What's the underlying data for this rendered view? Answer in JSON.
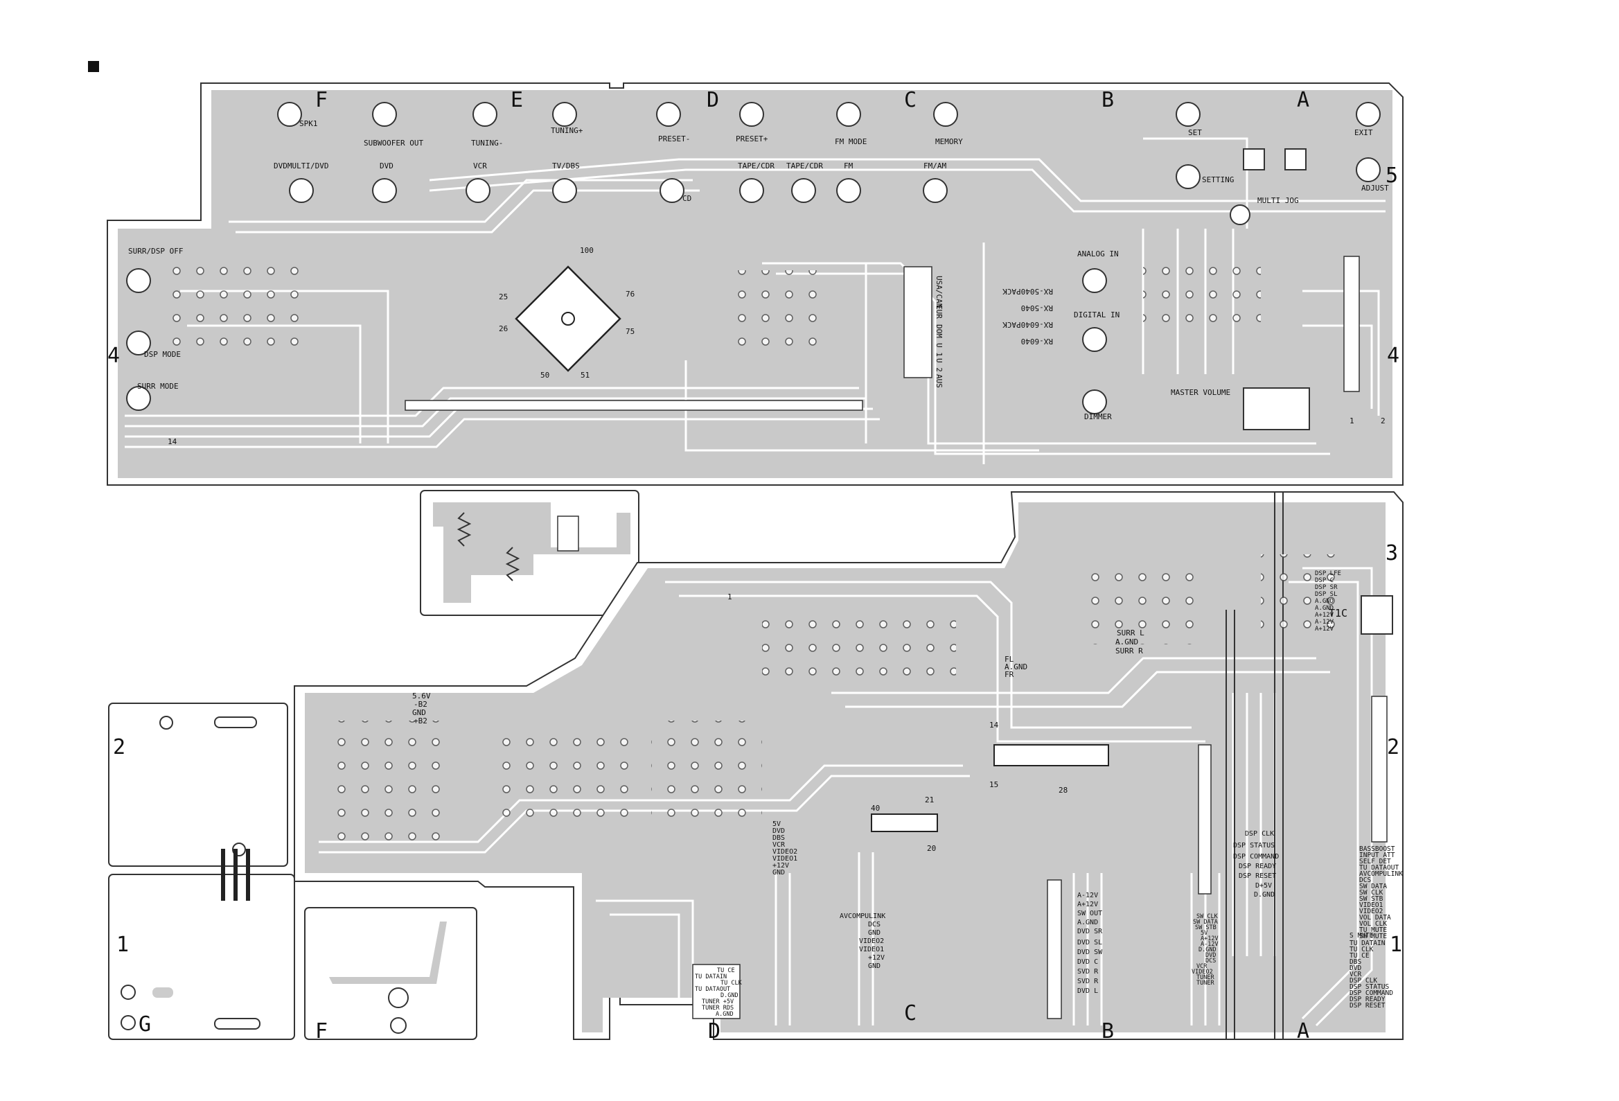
{
  "colors": {
    "copper": "#c9c9c9",
    "outline": "#333333",
    "trace": "#ffffff",
    "pad": "#ffffff"
  },
  "grid_letters": [
    "F",
    "E",
    "D",
    "C",
    "B",
    "A",
    "G"
  ],
  "grid_numbers": [
    "5",
    "4",
    "3",
    "2",
    "1"
  ],
  "top_board": {
    "top_row": [
      "SPK1",
      "SUBWOOFER OUT",
      "TUNING-",
      "TUNING+",
      "PRESET-",
      "PRESET+",
      "FM MODE",
      "MEMORY",
      "SET",
      "EXIT"
    ],
    "second_row": [
      "DVDMULTI/DVD",
      "DVD",
      "VCR",
      "TV/DBS",
      "CD",
      "TAPE/CDR",
      "TAPE/CDR",
      "FM",
      "FM/AM",
      "SETTING",
      "MULTI JOG",
      "ADJUST"
    ],
    "left": [
      "SURR/DSP OFF",
      "DSP MODE",
      "SURR MODE"
    ],
    "right": [
      "ANALOG IN",
      "DIGITAL IN",
      "DIMMER",
      "MASTER VOLUME"
    ],
    "ic_pins": [
      "100",
      "76",
      "75",
      "51",
      "50",
      "26",
      "25"
    ],
    "regions": [
      "USA/CAN",
      "EUR",
      "DOM",
      "U 1",
      "U 2",
      "AUS"
    ],
    "models": [
      "RX-5040PACK",
      "RX-5040",
      "RX-6040PACK",
      "RX-6040"
    ],
    "small": [
      "14",
      "1",
      "2"
    ]
  },
  "bottom_board": {
    "t1c": "T1C",
    "rail": [
      "5.6V",
      "-B2",
      "GND",
      "+B2"
    ],
    "surr": [
      "SURR L",
      "A.GND",
      "SURR R"
    ],
    "fl": [
      "FL",
      "A.GND",
      "FR"
    ],
    "dsp_out": [
      "DSP LFE",
      "DSP C",
      "DSP SR",
      "DSP SL",
      "A.GND",
      "A.GND",
      "A+12V",
      "A-12V",
      "A+12V"
    ],
    "video_col": [
      "5V",
      "DVD",
      "DBS",
      "VCR",
      "VIDEO2",
      "VIDEO1",
      "+12V",
      "GND"
    ],
    "avcomp_col": [
      "AVCOMPULINK",
      "DCS",
      "GND",
      "VIDEO2",
      "VIDEO1",
      "+12V",
      "GND"
    ],
    "tuner_box": [
      "TU CE",
      "TU DATAIN",
      "TU CLK",
      "TU DATAOUT",
      "D.GND",
      "TUNER +5V",
      "TUNER RDS",
      "A.GND"
    ],
    "dvd_col": [
      "A-12V",
      "A+12V",
      "SW OUT",
      "A.GND",
      "DVD SR",
      "DVD SL",
      "DVD SW",
      "DVD C",
      "SVD R",
      "SVD R",
      "DVD L"
    ],
    "sw_col": [
      "SW CLK",
      "SW DATA",
      "SW STB",
      "5V",
      "A+12V",
      "A-12V",
      "D.GND",
      "DVD",
      "DCS",
      "VCR",
      "VIDEO2",
      "TUNER",
      "TUNER"
    ],
    "dsp_ctrl": [
      "DSP CLK",
      "DSP STATUS",
      "DSP COMMAND",
      "DSP READY",
      "DSP RESET",
      "D+5V",
      "D.GND"
    ],
    "right_col": [
      "BASSBOOST",
      "INPUT ATT",
      "SELF DET",
      "TU DATAOUT",
      "AVCOMPULINK",
      "DCS",
      "SW DATA",
      "SW CLK",
      "SW STB",
      "VIDEO1",
      "VIDEO2",
      "VOL DATA",
      "VOL CLK",
      "TU MUTE",
      "SW MUTE",
      "S MUTE",
      "TU DATAIN",
      "TU CLK",
      "TU CE",
      "DBS",
      "DVD",
      "VCR",
      "DSP CLK",
      "DSP STATUS",
      "DSP COMMAND",
      "DSP READY",
      "DSP RESET"
    ],
    "ic_pins": [
      "1",
      "14",
      "15",
      "28",
      "21",
      "40",
      "20"
    ]
  }
}
